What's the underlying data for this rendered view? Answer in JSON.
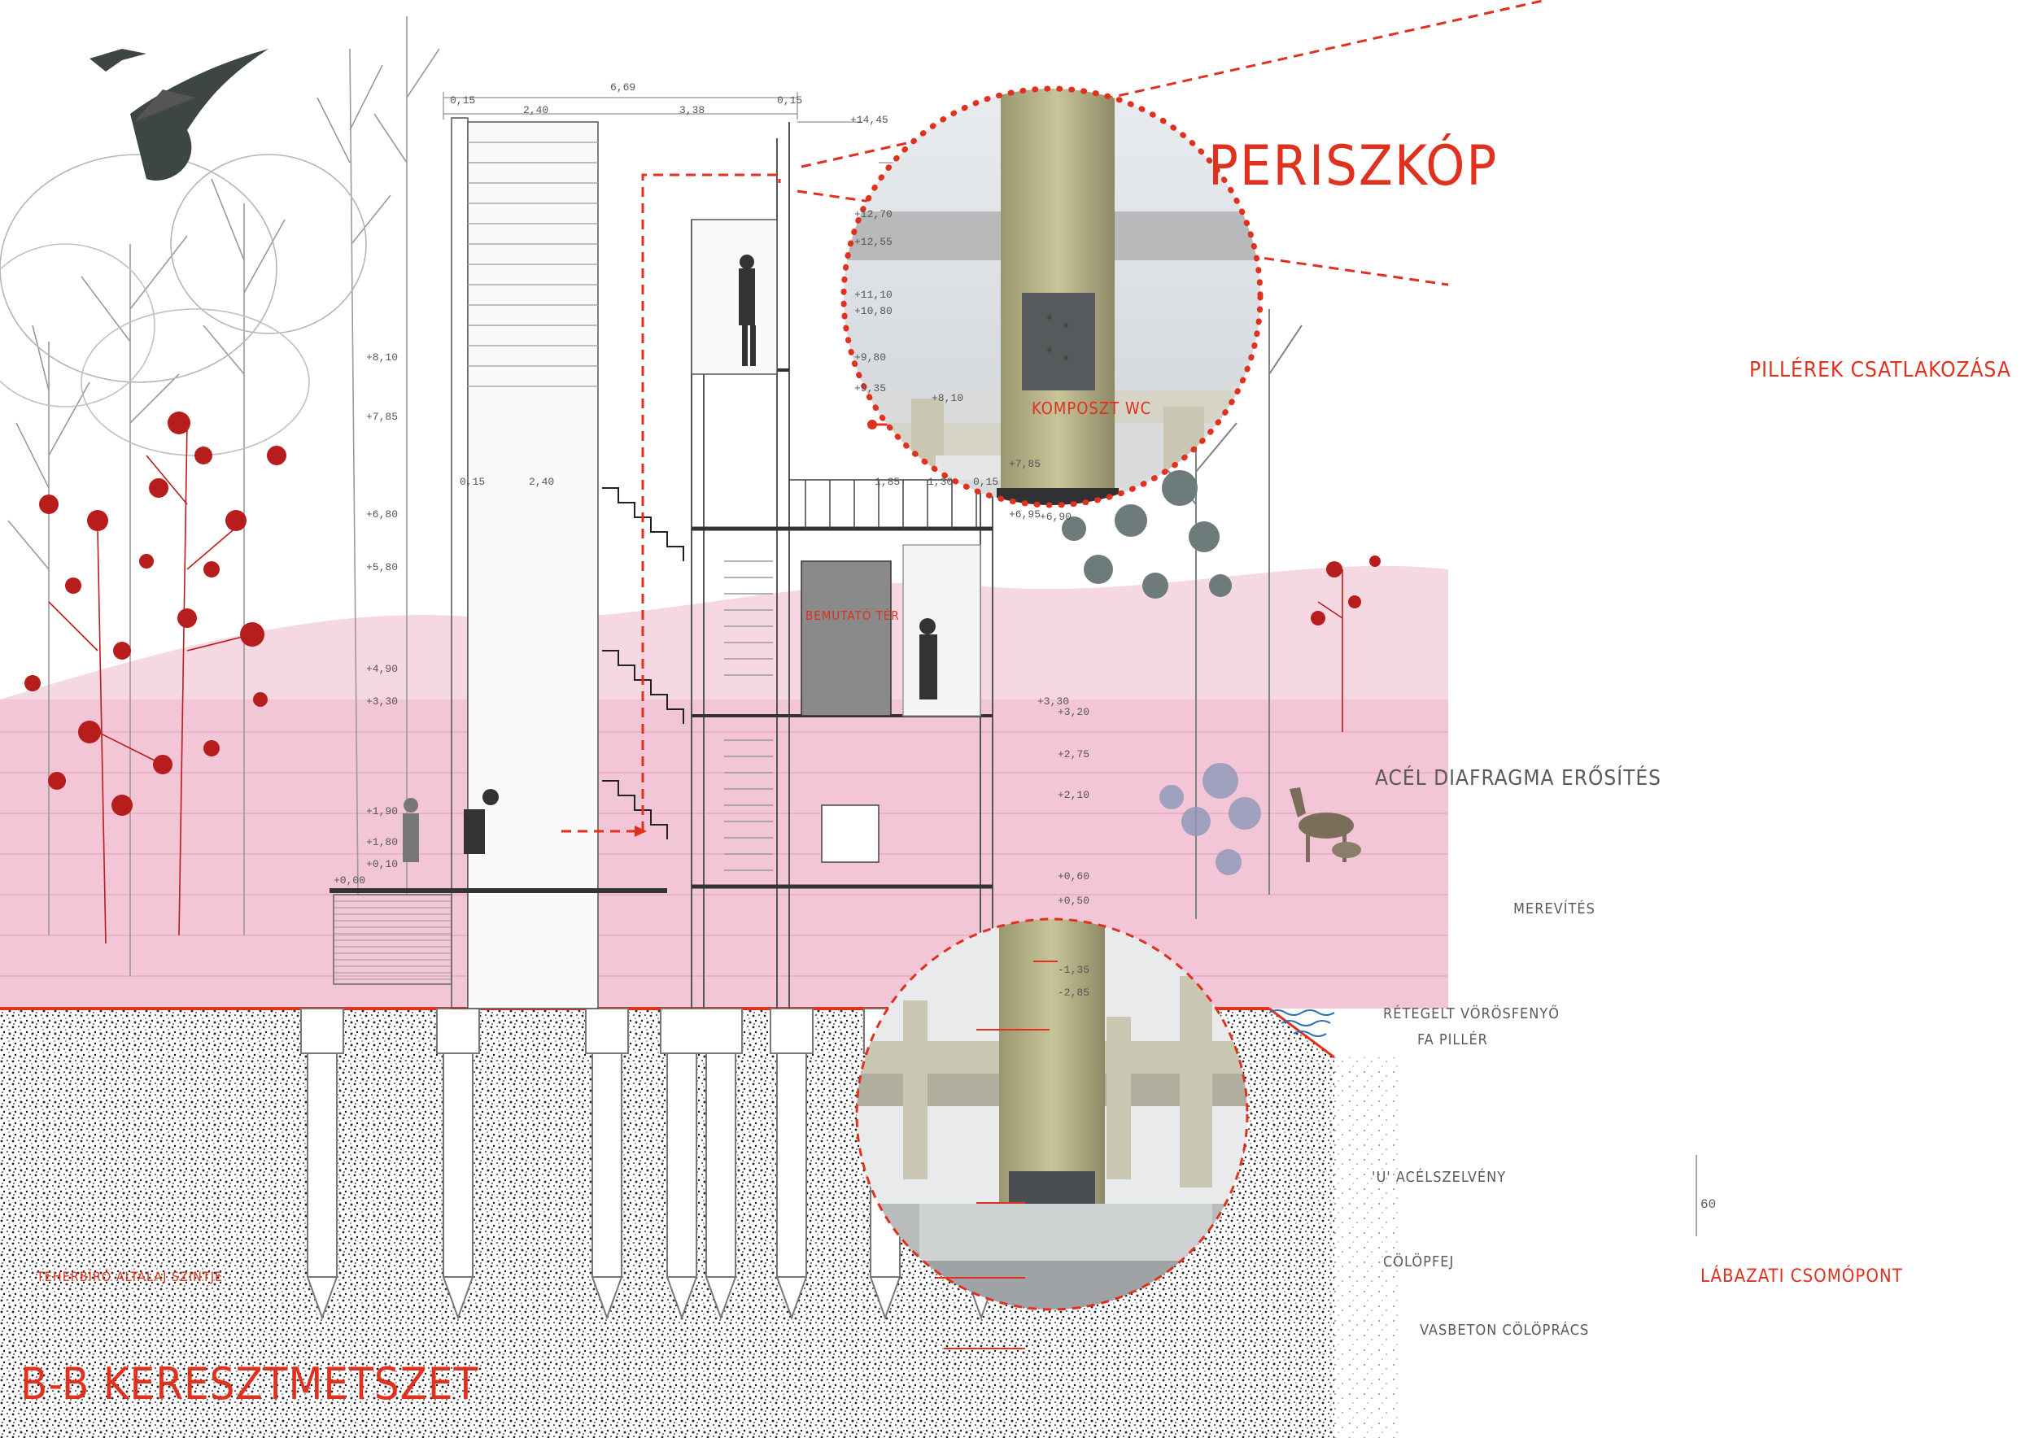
{
  "sheet_title": "B-B KERESZTMETSZET",
  "periscope_title": "PERISZKÓP",
  "labels": {
    "composting_toilet": "KOMPOSZT WC",
    "exhibition_space": "BEMUTATÓ TÉR",
    "steel_diaphragm": "ACÉL DIAFRAGMA ERŐSÍTÉS",
    "bearing_soil": "TEHERBÍRÓ ALTALAJ SZINTJE",
    "pillar_connection": "PILLÉREK CSATLAKOZÁSA",
    "bracing": "MEREVÍTÉS",
    "glulam_line1": "RÉTEGELT VÖRÖSFENYŐ",
    "glulam_line2": "FA PILLÉR",
    "u_steel": "'U' ACÉLSZELVÉNY",
    "pile_cap": "CÖLÖPFEJ",
    "rc_pile_grid": "VASBETON CÖLÖPRÁCS",
    "footing_node": "LÁBAZATI CSOMÓPONT",
    "detail_dim": "60"
  },
  "dimensions": {
    "overall_width": "6,69",
    "col_a": "0,15",
    "col_b": "2,40",
    "col_c": "3,38",
    "col_d": "0,15",
    "mid_a": "0,15",
    "mid_b": "2,40",
    "mid_c": "1,85",
    "mid_d": "1,30",
    "mid_e": "0,15"
  },
  "levels": [
    "+14,45",
    "+12,70",
    "+12,55",
    "+11,10",
    "+10,80",
    "+9,80",
    "+9,35",
    "+8,10",
    "+7,85",
    "+6,95",
    "+6,90",
    "+3,30",
    "+3,20",
    "+2,75",
    "+2,10",
    "+0,60",
    "+0,50",
    "-1,35",
    "-2,85",
    "+8,10",
    "+7,85",
    "+6,80",
    "+5,80",
    "+4,90",
    "+3,30",
    "+1,90",
    "+1,80",
    "+0,10",
    "+0,00"
  ],
  "colors": {
    "accent_red": "#e0301e",
    "pink_band": "#f2c6d6",
    "ground": "#2b2b2b"
  },
  "icons": [
    "bird-icon",
    "deer-icon",
    "person-icon",
    "tree-icon"
  ]
}
